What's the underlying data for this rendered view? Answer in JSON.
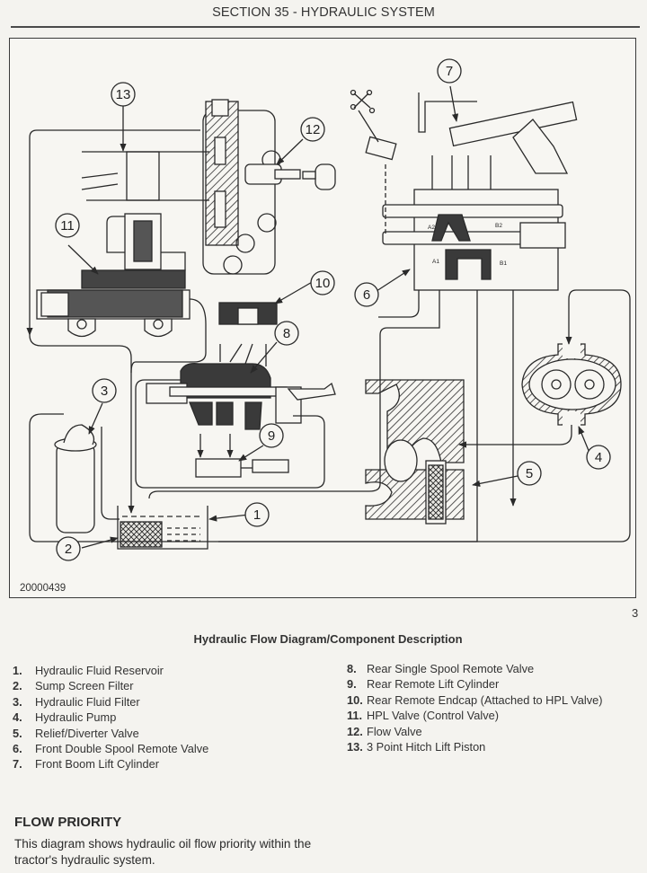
{
  "header": {
    "title": "SECTION 35 - HYDRAULIC SYSTEM"
  },
  "figure": {
    "figure_id": "20000439",
    "callouts": [
      "1",
      "2",
      "3",
      "4",
      "5",
      "6",
      "7",
      "8",
      "9",
      "10",
      "11",
      "12",
      "13"
    ],
    "valve_port_labels": [
      "A1",
      "A2",
      "B1",
      "B2"
    ]
  },
  "page_number": "3",
  "caption": "Hydraulic Flow Diagram/Component Description",
  "components": {
    "left": [
      {
        "num": "1.",
        "name": "Hydraulic Fluid Reservoir"
      },
      {
        "num": "2.",
        "name": "Sump Screen Filter"
      },
      {
        "num": "3.",
        "name": "Hydraulic Fluid Filter"
      },
      {
        "num": "4.",
        "name": "Hydraulic Pump"
      },
      {
        "num": "5.",
        "name": "Relief/Diverter Valve"
      },
      {
        "num": "6.",
        "name": "Front Double Spool Remote Valve"
      },
      {
        "num": "7.",
        "name": "Front Boom Lift Cylinder"
      }
    ],
    "right": [
      {
        "num": "8.",
        "name": "Rear Single Spool Remote Valve"
      },
      {
        "num": "9.",
        "name": "Rear Remote Lift Cylinder"
      },
      {
        "num": "10.",
        "name": "Rear Remote Endcap (Attached to HPL Valve)"
      },
      {
        "num": "11.",
        "name": "HPL Valve (Control Valve)"
      },
      {
        "num": "12.",
        "name": "Flow Valve"
      },
      {
        "num": "13.",
        "name": "3 Point Hitch Lift Piston"
      }
    ]
  },
  "flow_priority": {
    "heading": "FLOW PRIORITY",
    "body": "This diagram shows hydraulic oil flow priority within the tractor's hydraulic system."
  },
  "colors": {
    "ink": "#2a2a2a",
    "paper": "#f4f3ef",
    "fill_dark": "#3a3a3a"
  }
}
